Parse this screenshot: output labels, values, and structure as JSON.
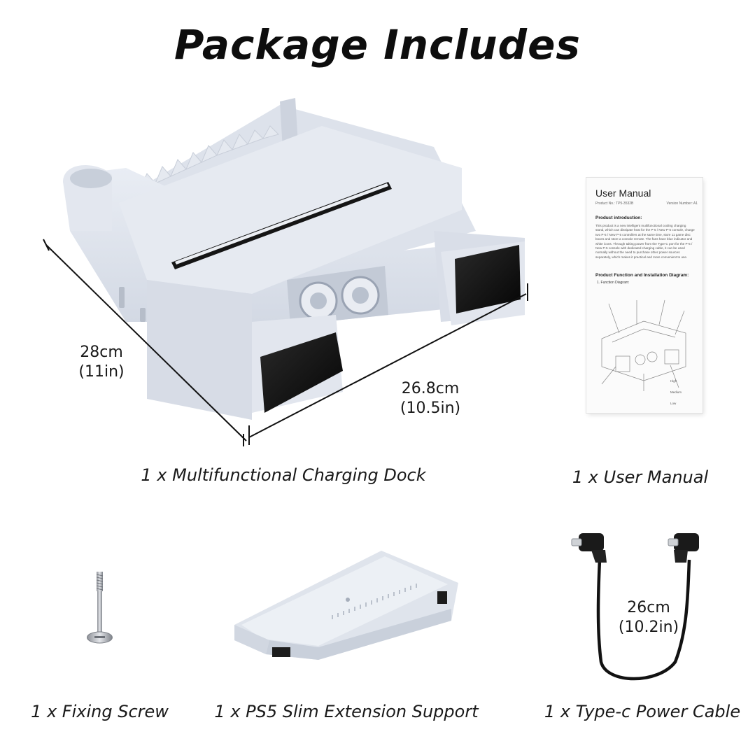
{
  "header": {
    "title": "Package Includes"
  },
  "items": [
    {
      "caption": "1 x Multifunctional Charging Dock"
    },
    {
      "caption": "1 x User Manual"
    },
    {
      "caption": "1 x Fixing Screw"
    },
    {
      "caption": "1 x PS5 Slim Extension Support"
    },
    {
      "caption": "1 x Type-c Power Cable"
    }
  ],
  "dimensions": {
    "dock_depth_cm": "28cm",
    "dock_depth_in": "(11in)",
    "dock_width_cm": "26.8cm",
    "dock_width_in": "(10.5in)",
    "cable_length_cm": "26cm",
    "cable_length_in": "(10.2in)"
  },
  "manual": {
    "title": "User Manual",
    "product_no": "Product No.: TP5-3532B",
    "version": "Version Number: A1",
    "section1": "Product introduction:",
    "section1_body": "This product is a new intelligent multifunctional cooling charging stand, which can dissipate heat for the P-5 / New P-5 console, charge two P-5 / New P-5 controllers at the same time, store 11 game disc boxes and store a console remote. The fans have blue indicator and white icons. Through taking power from the Type-C port for the P-5 / New P-5 console with dedicated charging cable, it can be used normally without the need to purchase other power sources separately, which makes it practical and more convenient to use.",
    "section2": "Product Function and Installation Diagram:",
    "sub1": "1. Function Diagram:",
    "legend_high": "High",
    "legend_medium": "Medium",
    "legend_low": "Low"
  },
  "colors": {
    "dock_body": "#dfe4ee",
    "dock_shade": "#c5ccd8",
    "dark_panel": "#111111",
    "cable": "#121212"
  }
}
